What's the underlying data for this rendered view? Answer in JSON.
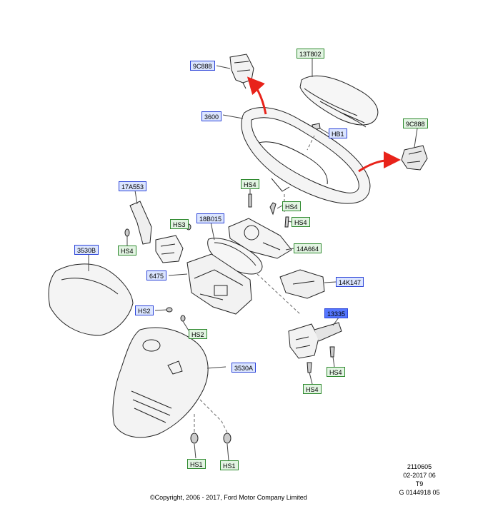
{
  "colors": {
    "part_label_bg": "#dbe5ff",
    "part_label_border": "#2c44d8",
    "fastener_label_bg": "#e2f4e2",
    "fastener_label_border": "#2f8a2f",
    "highlight_label_bg": "#5577ff",
    "arrow": "#e8231a"
  },
  "callouts": {
    "c9c888_top": "9C888",
    "c13t802": "13T802",
    "c3600": "3600",
    "chb1": "HB1",
    "c9c888_right": "9C888",
    "c17a553": "17A553",
    "chs4_upper": "HS4",
    "chs4_mid": "HS4",
    "chs3": "HS3",
    "c18b015": "18B015",
    "chs4_right": "HS4",
    "c3530b": "3530B",
    "chs4_left": "HS4",
    "c14a664": "14A664",
    "c6475": "6475",
    "c14k147": "14K147",
    "chs2_left": "HS2",
    "c13335": "13335",
    "chs2_lower": "HS2",
    "c3530a": "3530A",
    "chs4_low1": "HS4",
    "chs4_low2": "HS4",
    "chs1_left": "HS1",
    "chs1_right": "HS1"
  },
  "footer": {
    "line1": "2110605",
    "line2": "02-2017 06",
    "line3": "T9",
    "line4": "G 0144918 05",
    "copyright": "©Copyright, 2006 - 2017, Ford Motor Company Limited"
  }
}
